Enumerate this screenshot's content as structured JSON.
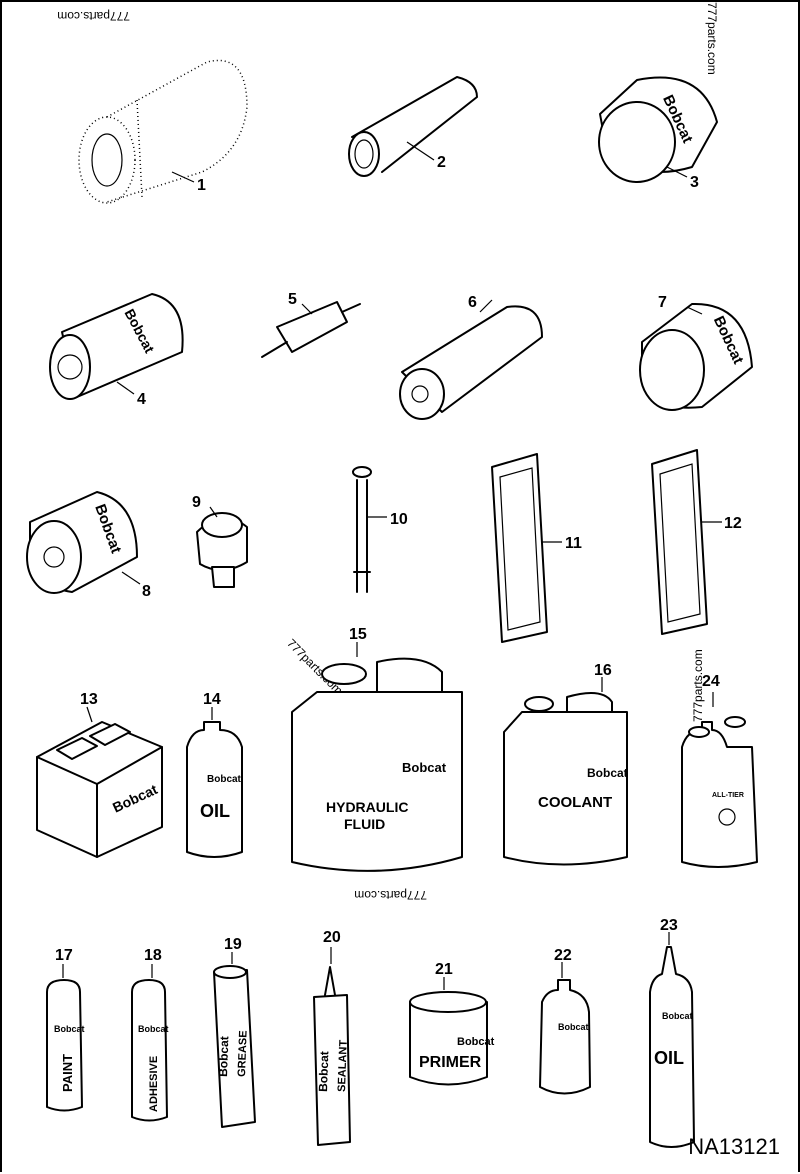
{
  "figure_id": "NA13121",
  "watermark": "777parts.com",
  "brand": "Bobcat",
  "callouts": [
    "1",
    "2",
    "3",
    "4",
    "5",
    "6",
    "7",
    "8",
    "9",
    "10",
    "11",
    "12",
    "13",
    "14",
    "15",
    "16",
    "17",
    "18",
    "19",
    "20",
    "21",
    "22",
    "23",
    "24"
  ],
  "labels": {
    "oil": "OIL",
    "hydraulic": "HYDRAULIC",
    "fluid": "FLUID",
    "coolant": "COOLANT",
    "paint": "PAINT",
    "adhesive": "ADHESIVE",
    "grease": "GREASE",
    "sealant": "SEALANT",
    "primer": "PRIMER",
    "oil2": "OIL",
    "all_tier": "ALL-TIER"
  }
}
